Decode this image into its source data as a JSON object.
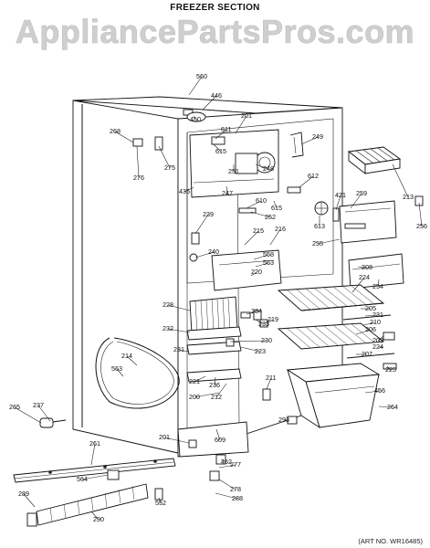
{
  "header": {
    "title": "FREEZER SECTION",
    "watermark": "AppliancePartsPros.com"
  },
  "footer": {
    "ref": "(ART NO. WR16485)"
  },
  "callouts": [
    "560",
    "446",
    "450",
    "611",
    "201",
    "268",
    "275",
    "249",
    "276",
    "615",
    "251",
    "248",
    "612",
    "435",
    "247",
    "610",
    "615",
    "421",
    "259",
    "213",
    "252",
    "256",
    "239",
    "215",
    "216",
    "558",
    "563",
    "240",
    "613",
    "255",
    "220",
    "208",
    "228",
    "224",
    "214",
    "254",
    "234",
    "205",
    "231",
    "233",
    "219",
    "210",
    "230",
    "232",
    "206",
    "209",
    "223",
    "207",
    "224",
    "231",
    "225",
    "563",
    "221",
    "236",
    "211",
    "456",
    "200",
    "212",
    "264",
    "265",
    "237",
    "293",
    "201",
    "609",
    "452",
    "277",
    "261",
    "278",
    "564",
    "289",
    "552",
    "288",
    "290"
  ]
}
